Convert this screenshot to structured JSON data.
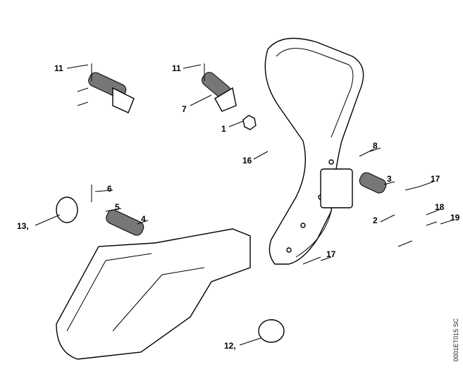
{
  "labels": {
    "l11a": "11",
    "l11b": "11",
    "l7": "7",
    "l1": "1",
    "l16": "16",
    "l8": "8",
    "l3": "3",
    "l17a": "17",
    "l6": "6",
    "l5": "5",
    "l4": "4",
    "l13": "13,",
    "l18": "18",
    "l2": "2",
    "l19": "19",
    "l17b": "17",
    "l12": "12,"
  },
  "drawing_code": "0001ET015 SC"
}
